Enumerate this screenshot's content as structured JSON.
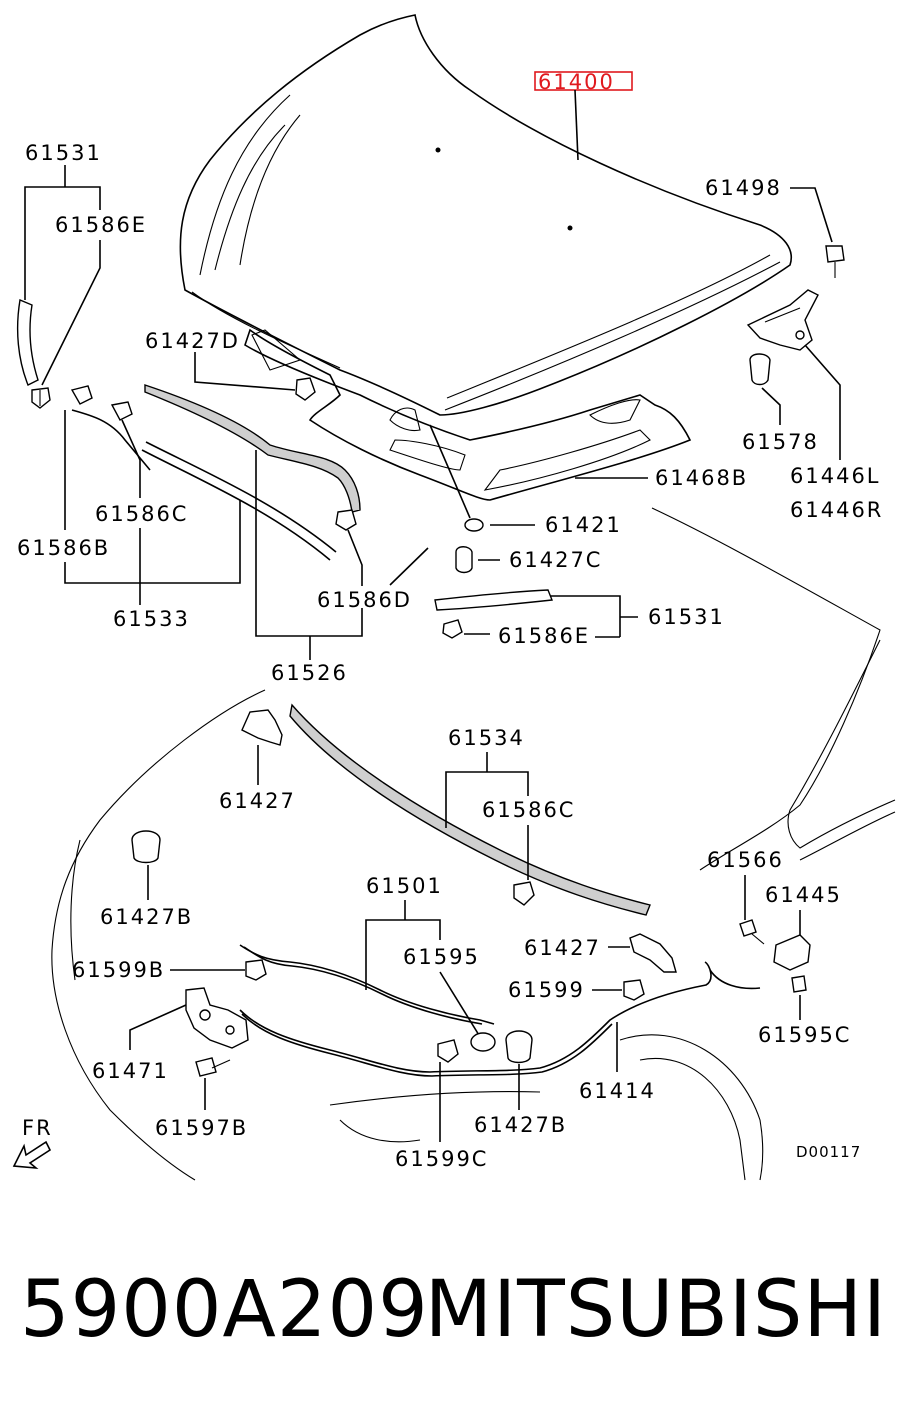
{
  "labels": {
    "l61400": "61400",
    "l61531a": "61531",
    "l61586E_a": "61586E",
    "l61498": "61498",
    "l61427D": "61427D",
    "l61578": "61578",
    "l61446L": "61446L",
    "l61446R": "61446R",
    "l61468B": "61468B",
    "l61586C_a": "61586C",
    "l61421": "61421",
    "l61586B": "61586B",
    "l61427C": "61427C",
    "l61533": "61533",
    "l61586D": "61586D",
    "l61531b": "61531",
    "l61586E_b": "61586E",
    "l61526": "61526",
    "l61534": "61534",
    "l61427a": "61427",
    "l61586C_b": "61586C",
    "l61566": "61566",
    "l61445": "61445",
    "l61427B_a": "61427B",
    "l61501": "61501",
    "l61595": "61595",
    "l61427b": "61427",
    "l61599B": "61599B",
    "l61599": "61599",
    "l61595C": "61595C",
    "l61471": "61471",
    "l61414": "61414",
    "l61597B": "61597B",
    "l61427B_b": "61427B",
    "l61599C": "61599C",
    "fr": "FR",
    "ref": "D00117"
  },
  "highlight_color": "#e0191e",
  "footer": {
    "part_number": "5900A209",
    "brand": "MITSUBISHI"
  }
}
